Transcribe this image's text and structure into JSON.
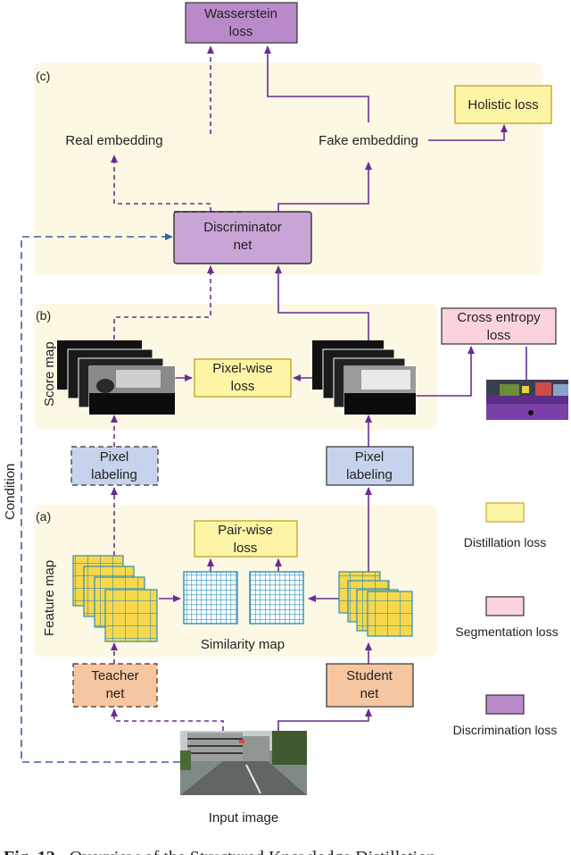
{
  "diagram": {
    "nodes": {
      "wasserstein": "Wasserstein loss",
      "holistic": "Holistic loss",
      "real_embedding": "Real embedding",
      "fake_embedding": "Fake embedding",
      "discriminator": "Discriminator net",
      "pixel_wise": "Pixel-wise loss",
      "cross_entropy": "Cross entropy loss",
      "pixel_labeling_teacher": "Pixel labeling",
      "pixel_labeling_student": "Pixel labeling",
      "pair_wise": "Pair-wise loss",
      "similarity_map": "Similarity map",
      "teacher": "Teacher net",
      "student": "Student net",
      "input_image": "Input image"
    },
    "sections": {
      "c": "(c)",
      "b": "(b)",
      "a": "(a)"
    },
    "side_labels": {
      "score_map": "Score map",
      "feature_map": "Feature map",
      "condition": "Condition"
    },
    "legend": [
      {
        "label": "Distillation loss",
        "color": "#fdf5a6"
      },
      {
        "label": "Segmentation loss",
        "color": "#fad3dc"
      },
      {
        "label": "Discrimination loss",
        "color": "#b98ac9"
      }
    ],
    "caption": {
      "prefix": "Fig. 12.",
      "text": "Overview of the Structured Knowledge Distillation"
    },
    "colors": {
      "panel": "#fdf8e4",
      "arrow": "#6a2c91",
      "condition": "#3b5ea8",
      "blue_box": "#c7d3ec",
      "orange_box": "#f6c6a0",
      "purple_box": "#b98ac9",
      "yellow_box": "#fdf5a6",
      "pink_box": "#fad3dc",
      "grid_yellow": "#f8d84a",
      "grid_teal": "#2a8fb8"
    }
  }
}
